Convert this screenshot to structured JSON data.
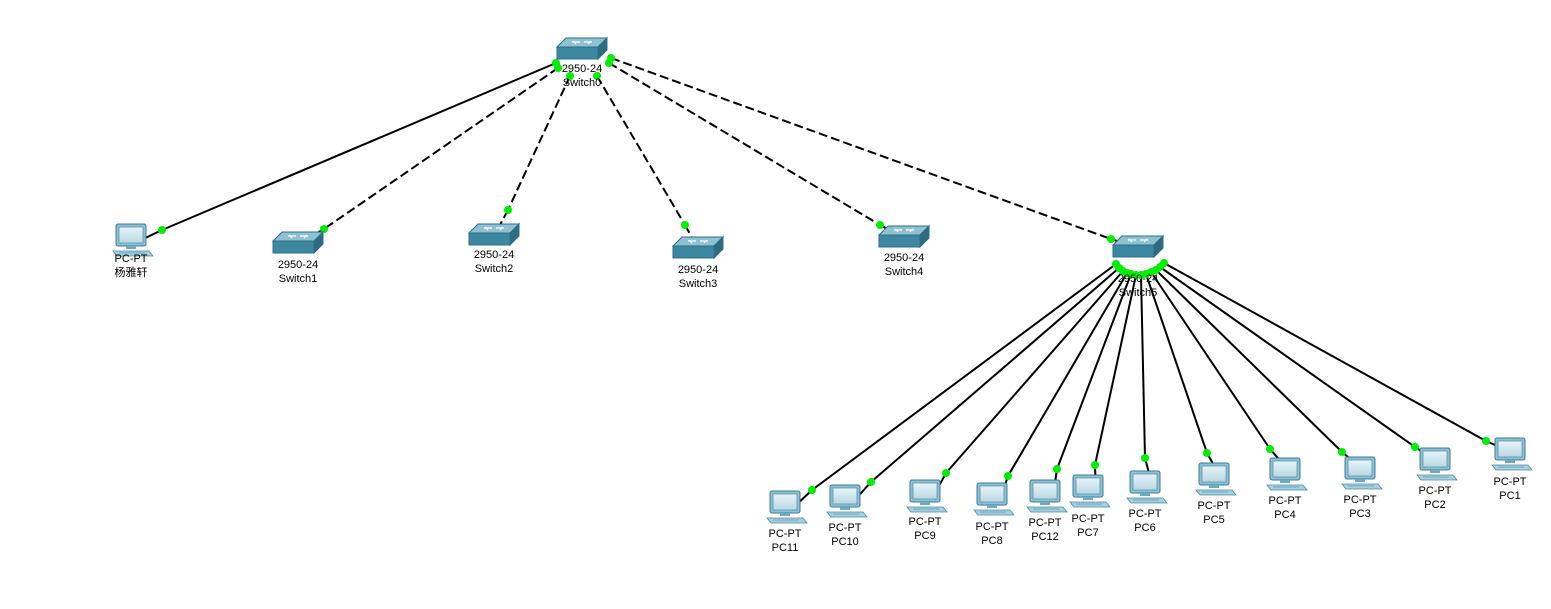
{
  "colors": {
    "background": "#ffffff",
    "link": "#000000",
    "port_up": "#00ee00",
    "switch_body": "#3d87a0",
    "pc_body": "#8cc0d4"
  },
  "devices": [
    {
      "id": "pc-yang",
      "kind": "pc",
      "icon": "pc-icon",
      "model": "PC-PT",
      "name": "杨雅轩"
    },
    {
      "id": "switch0",
      "kind": "switch",
      "icon": "switch-icon",
      "model": "2950-24",
      "name": "Switch0"
    },
    {
      "id": "switch1",
      "kind": "switch",
      "icon": "switch-icon",
      "model": "2950-24",
      "name": "Switch1"
    },
    {
      "id": "switch2",
      "kind": "switch",
      "icon": "switch-icon",
      "model": "2950-24",
      "name": "Switch2"
    },
    {
      "id": "switch3",
      "kind": "switch",
      "icon": "switch-icon",
      "model": "2950-24",
      "name": "Switch3"
    },
    {
      "id": "switch4",
      "kind": "switch",
      "icon": "switch-icon",
      "model": "2950-24",
      "name": "Switch4"
    },
    {
      "id": "switch5",
      "kind": "switch",
      "icon": "switch-icon",
      "model": "2950-24",
      "name": "Switch5"
    },
    {
      "id": "pc11",
      "kind": "pc",
      "icon": "pc-icon",
      "model": "PC-PT",
      "name": "PC11"
    },
    {
      "id": "pc10",
      "kind": "pc",
      "icon": "pc-icon",
      "model": "PC-PT",
      "name": "PC10"
    },
    {
      "id": "pc9",
      "kind": "pc",
      "icon": "pc-icon",
      "model": "PC-PT",
      "name": "PC9"
    },
    {
      "id": "pc8",
      "kind": "pc",
      "icon": "pc-icon",
      "model": "PC-PT",
      "name": "PC8"
    },
    {
      "id": "pc12",
      "kind": "pc",
      "icon": "pc-icon",
      "model": "PC-PT",
      "name": "PC12"
    },
    {
      "id": "pc7",
      "kind": "pc",
      "icon": "pc-icon",
      "model": "PC-PT",
      "name": "PC7"
    },
    {
      "id": "pc6",
      "kind": "pc",
      "icon": "pc-icon",
      "model": "PC-PT",
      "name": "PC6"
    },
    {
      "id": "pc5",
      "kind": "pc",
      "icon": "pc-icon",
      "model": "PC-PT",
      "name": "PC5"
    },
    {
      "id": "pc4",
      "kind": "pc",
      "icon": "pc-icon",
      "model": "PC-PT",
      "name": "PC4"
    },
    {
      "id": "pc3",
      "kind": "pc",
      "icon": "pc-icon",
      "model": "PC-PT",
      "name": "PC3"
    },
    {
      "id": "pc2",
      "kind": "pc",
      "icon": "pc-icon",
      "model": "PC-PT",
      "name": "PC2"
    },
    {
      "id": "pc1",
      "kind": "pc",
      "icon": "pc-icon",
      "model": "PC-PT",
      "name": "PC1"
    }
  ],
  "links": [
    {
      "from": "switch0",
      "to": "pc-yang",
      "cable": "straight-through",
      "style": "solid"
    },
    {
      "from": "switch0",
      "to": "switch1",
      "cable": "crossover",
      "style": "dashed"
    },
    {
      "from": "switch0",
      "to": "switch2",
      "cable": "crossover",
      "style": "dashed"
    },
    {
      "from": "switch0",
      "to": "switch3",
      "cable": "crossover",
      "style": "dashed"
    },
    {
      "from": "switch0",
      "to": "switch4",
      "cable": "crossover",
      "style": "dashed"
    },
    {
      "from": "switch0",
      "to": "switch5",
      "cable": "crossover",
      "style": "dashed"
    },
    {
      "from": "switch5",
      "to": "pc11",
      "cable": "straight-through",
      "style": "solid"
    },
    {
      "from": "switch5",
      "to": "pc10",
      "cable": "straight-through",
      "style": "solid"
    },
    {
      "from": "switch5",
      "to": "pc9",
      "cable": "straight-through",
      "style": "solid"
    },
    {
      "from": "switch5",
      "to": "pc8",
      "cable": "straight-through",
      "style": "solid"
    },
    {
      "from": "switch5",
      "to": "pc12",
      "cable": "straight-through",
      "style": "solid"
    },
    {
      "from": "switch5",
      "to": "pc7",
      "cable": "straight-through",
      "style": "solid"
    },
    {
      "from": "switch5",
      "to": "pc6",
      "cable": "straight-through",
      "style": "solid"
    },
    {
      "from": "switch5",
      "to": "pc5",
      "cable": "straight-through",
      "style": "solid"
    },
    {
      "from": "switch5",
      "to": "pc4",
      "cable": "straight-through",
      "style": "solid"
    },
    {
      "from": "switch5",
      "to": "pc3",
      "cable": "straight-through",
      "style": "solid"
    },
    {
      "from": "switch5",
      "to": "pc2",
      "cable": "straight-through",
      "style": "solid"
    },
    {
      "from": "switch5",
      "to": "pc1",
      "cable": "straight-through",
      "style": "solid"
    }
  ]
}
